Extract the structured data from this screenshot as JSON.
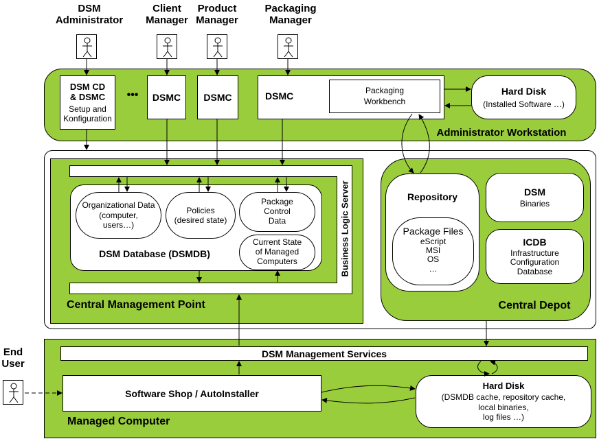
{
  "actors": {
    "dsm_admin": "DSM\nAdministrator",
    "client_manager": "Client\nManager",
    "product_manager": "Product\nManager",
    "packaging_manager": "Packaging\nManager",
    "end_user": "End\nUser"
  },
  "admin_ws": {
    "label": "Administrator Workstation",
    "dsm_cd_title": "DSM CD\n& DSMC",
    "dsm_cd_sub": "Setup and\nKonfiguration",
    "ellipsis": "•••",
    "dsmc1": "DSMC",
    "dsmc2": "DSMC",
    "dsmc3": "DSMC",
    "packaging_workbench": "Packaging\nWorkbench",
    "hard_disk_title": "Hard Disk",
    "hard_disk_sub": "(Installed Software …)"
  },
  "cmp": {
    "label": "Central Management Point",
    "bls": "Business Logic Server",
    "org_data": "Organizational Data\n(computer,\nusers…)",
    "policies": "Policies\n(desired state)",
    "package_control": "Package\nControl\nData",
    "current_state": "Current State\nof Managed\nComputers",
    "dsmdb": "DSM Database (DSMDB)"
  },
  "depot": {
    "label": "Central Depot",
    "repository": "Repository",
    "package_files": "Package Files",
    "package_list": "eScript\nMSI\nOS\n…",
    "dsm_title": "DSM",
    "dsm_sub": "Binaries",
    "icdb_title": "ICDB",
    "icdb_sub": "Infrastructure\nConfiguration\nDatabase"
  },
  "managed": {
    "label": "Managed Computer",
    "mgmt_services": "DSM Management Services",
    "software_shop": "Software Shop / AutoInstaller",
    "hard_disk_title": "Hard Disk",
    "hard_disk_sub": "(DSMDB cache, repository cache,\nlocal binaries,\nlog files …)"
  },
  "colors": {
    "green": "#9ACD3C",
    "white": "#FFFFFF",
    "line": "#000000"
  }
}
